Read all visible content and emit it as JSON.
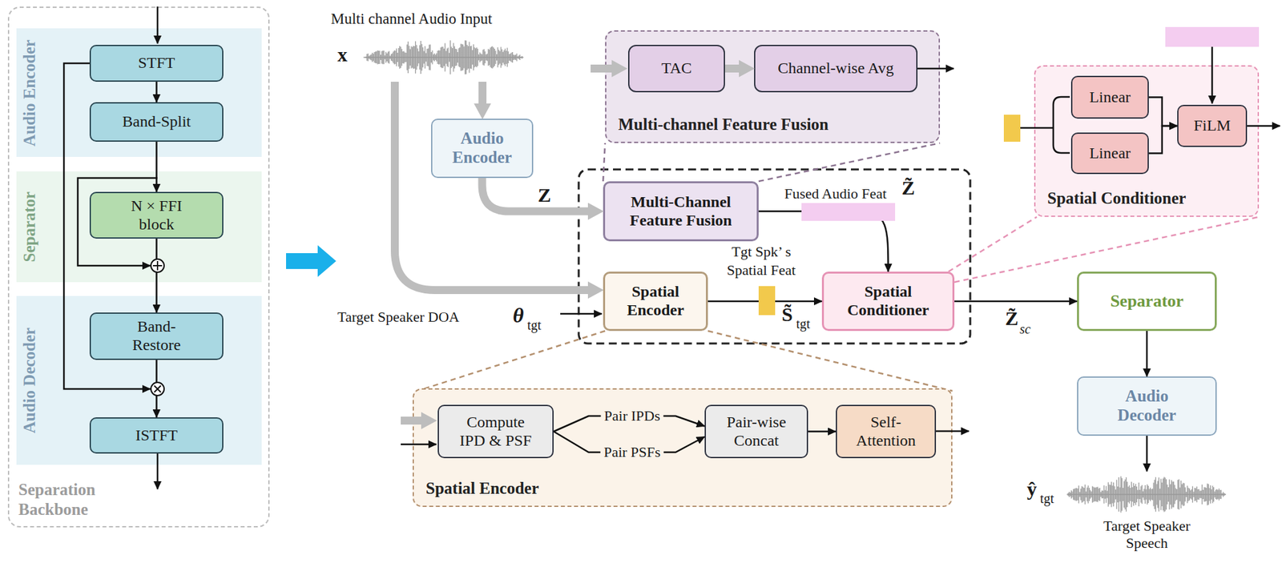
{
  "diagram": {
    "nodes": [
      {
        "text": [
          "Separation Backbone"
        ]
      },
      {
        "text": [
          "Audio Encoder"
        ],
        "in": 0
      },
      {
        "text": [
          "STFT"
        ],
        "in": 1
      },
      {
        "text": [
          "Band-Split"
        ],
        "in": 1
      },
      {
        "text": [
          "Separator"
        ],
        "in": 0
      },
      {
        "text": [
          "N × FFI block"
        ],
        "in": 4
      },
      {
        "text": [
          "Audio Decoder"
        ],
        "in": 0
      },
      {
        "text": [
          "Band- Restore"
        ],
        "in": 6
      },
      {
        "text": [
          "ISTFT"
        ],
        "in": 6
      },
      {
        "text": [
          "Audio Encoder"
        ]
      },
      {
        "text": [
          "Multi-channel Feature Fusion"
        ]
      },
      {
        "text": [
          "TAC"
        ],
        "in": 10
      },
      {
        "text": [
          "Channel-wise Avg"
        ],
        "in": 10
      },
      {
        "text": [
          "Spatial Conditioner"
        ]
      },
      {
        "text": [
          "Linear"
        ],
        "in": 13
      },
      {
        "text": [
          "Linear"
        ],
        "in": 13
      },
      {
        "text": [
          "FiLM"
        ],
        "in": 13
      },
      {
        "text": [
          "Multi-Channel Feature Fusion"
        ]
      },
      {
        "text": [
          "Spatial Encoder"
        ]
      },
      {
        "text": [
          "Spatial Conditioner"
        ]
      },
      {
        "text": [
          "Separator"
        ]
      },
      {
        "text": [
          "Audio Decoder"
        ]
      },
      {
        "text": [
          "Spatial Encoder"
        ]
      },
      {
        "text": [
          "Compute IPD & PSF"
        ],
        "in": 22
      },
      {
        "text": [
          "Pair-wise Concat"
        ],
        "in": 22
      },
      {
        "text": [
          "Self- Attention"
        ],
        "in": 22
      }
    ],
    "edges": [
      {
        "from": 2,
        "to": 3,
        "arrow": "to"
      },
      {
        "from": 3,
        "to": 5,
        "arrow": "to"
      },
      {
        "from": 5,
        "to": 7,
        "arrow": "to"
      },
      {
        "from": 7,
        "to": 8,
        "arrow": "to"
      },
      {
        "from": 9,
        "to": 17,
        "label": "Z",
        "arrow": "to"
      },
      {
        "from": 11,
        "to": 12,
        "arrow": "to"
      },
      {
        "from": 14,
        "to": 16,
        "arrow": "to"
      },
      {
        "from": 15,
        "to": 16,
        "arrow": "to"
      },
      {
        "from": 17,
        "to": 19,
        "arrow": "to"
      },
      {
        "from": 18,
        "to": 19,
        "arrow": "to"
      },
      {
        "from": 19,
        "to": 20,
        "arrow": "to"
      },
      {
        "from": 20,
        "to": 21,
        "arrow": "to"
      },
      {
        "from": 23,
        "to": 24,
        "label": "Pair IPDs",
        "arrow": "to"
      },
      {
        "from": 23,
        "to": 24,
        "label": "Pair PSFs",
        "arrow": "to"
      },
      {
        "from": 24,
        "to": 25,
        "arrow": "to"
      }
    ],
    "labels": [
      "Multi channel Audio Input",
      "x",
      "Fused Audio Feat",
      "Z̃",
      "Tgt Spk’ s Spatial Feat",
      "S̃",
      "tgt",
      "Target Speaker DOA",
      "θ",
      "tgt",
      "Z̃",
      "sc",
      "ŷ",
      "tgt",
      "Target Speaker Speech"
    ]
  }
}
